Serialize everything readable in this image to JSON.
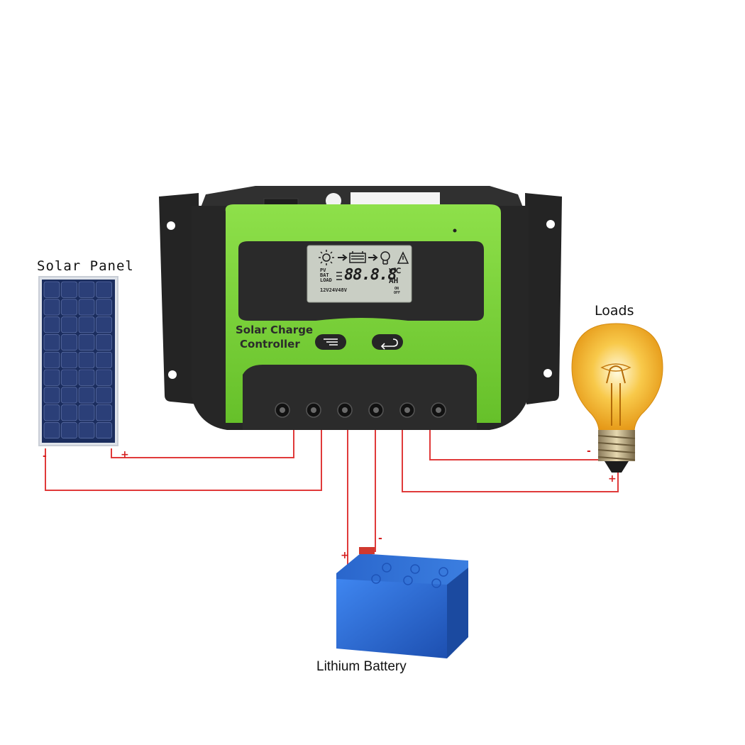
{
  "labels": {
    "solar_panel": "Solar Panel",
    "loads": "Loads",
    "battery": "Lithium Battery"
  },
  "controller": {
    "title_line1": "Solar Charge",
    "title_line2": "Controller",
    "lcd": {
      "row_labels": [
        "PV",
        "BAT",
        "LOAD"
      ],
      "digits": "88.8.8",
      "units_top": "V℃",
      "units_bottom": "AH",
      "voltages": "12V24V48V",
      "onoff_top": "ON",
      "onoff_bottom": "OFF"
    },
    "buttons": [
      "menu-button",
      "back-button"
    ]
  },
  "polarity": {
    "plus": "+",
    "minus": "-"
  },
  "colors": {
    "wire": "#e03a3a",
    "controller_green": "#7fd33a",
    "controller_body": "#2a2a2a",
    "lcd_background": "#c9cec4",
    "battery_blue": "#2f6fd6"
  }
}
